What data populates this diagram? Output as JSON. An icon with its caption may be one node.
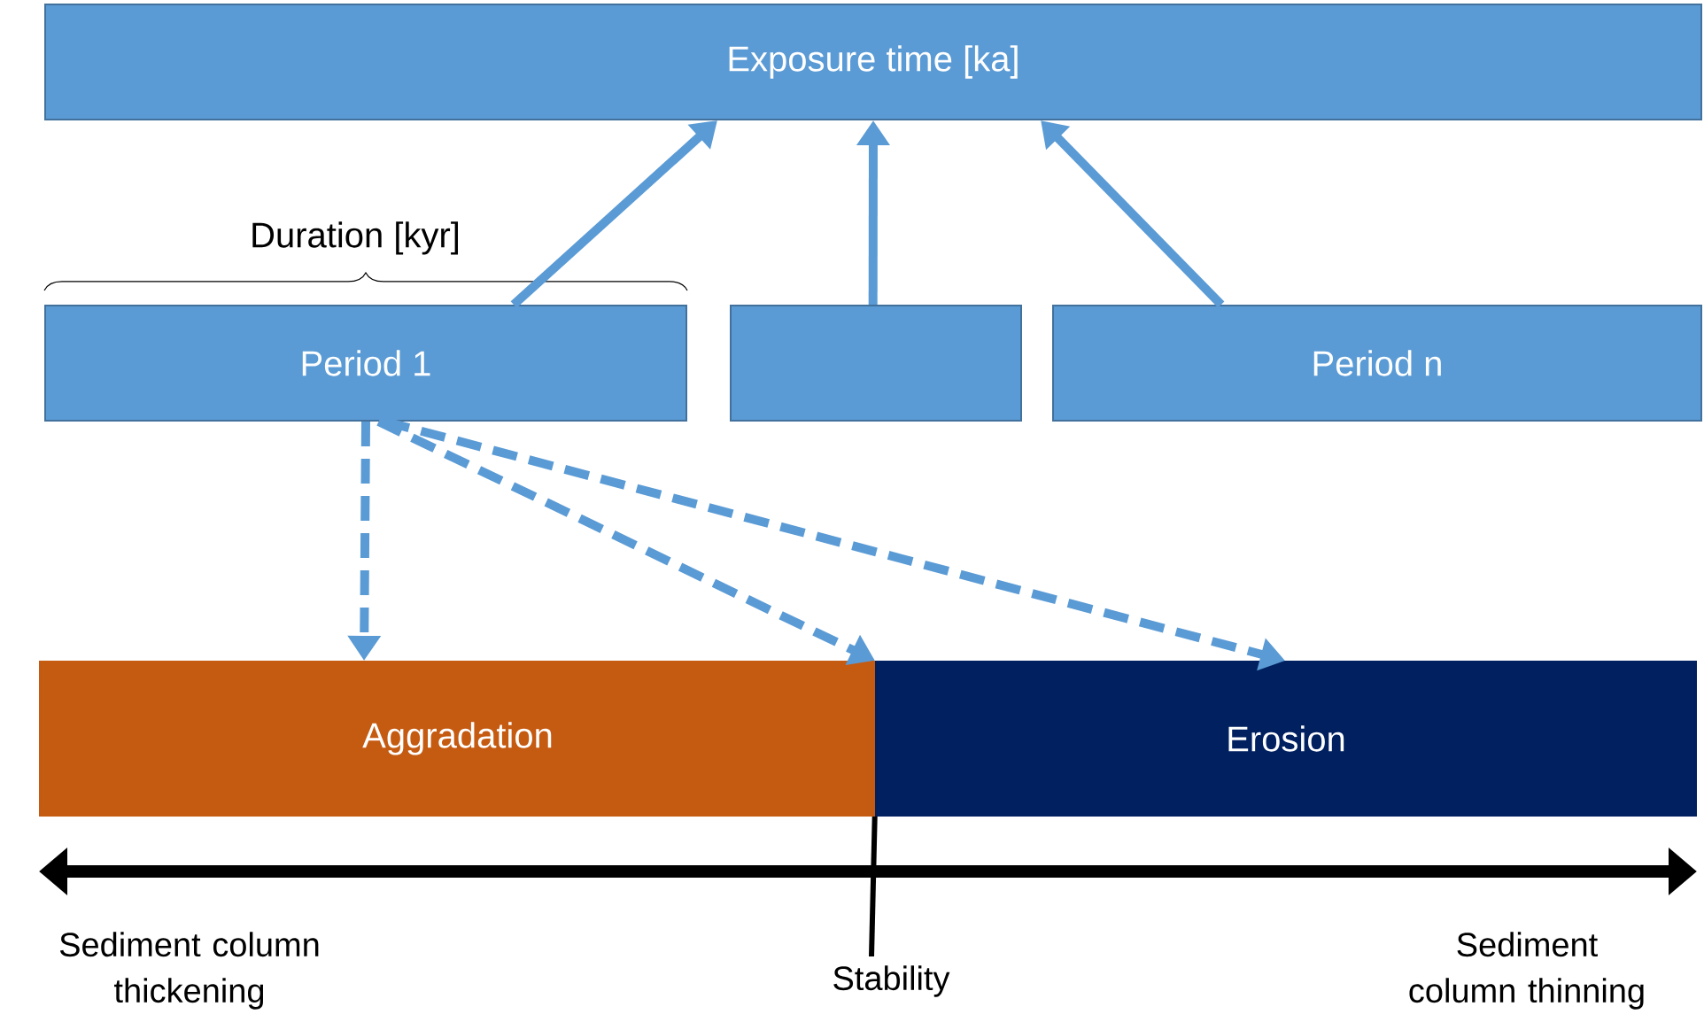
{
  "diagram": {
    "nodes": [
      {
        "text": [
          "Exposure time [ka]"
        ]
      },
      {
        "text": [
          "Period 1"
        ],
        "beside": [
          "Duration [kyr]"
        ]
      },
      {
        "text": [],
        "shape": "box"
      },
      {
        "text": [
          "Period n"
        ]
      },
      {
        "text": [
          "Aggradation"
        ]
      },
      {
        "text": [
          "Erosion"
        ]
      }
    ],
    "edges": [
      {
        "from": 1,
        "to": 0,
        "arrow": "to"
      },
      {
        "from": 2,
        "to": 0,
        "arrow": "to"
      },
      {
        "from": 3,
        "to": 0,
        "arrow": "to"
      },
      {
        "from": 1,
        "to": 4,
        "arrow": "to",
        "style": "dashed"
      },
      {
        "from": 1,
        "to": 5,
        "arrow": "to",
        "style": "dashed"
      },
      {
        "from": 1,
        "to": 5,
        "arrow": "to",
        "style": "dashed"
      }
    ],
    "labels": [
      "Sediment column thickening",
      "Stability",
      "Sediment column thinning"
    ]
  }
}
